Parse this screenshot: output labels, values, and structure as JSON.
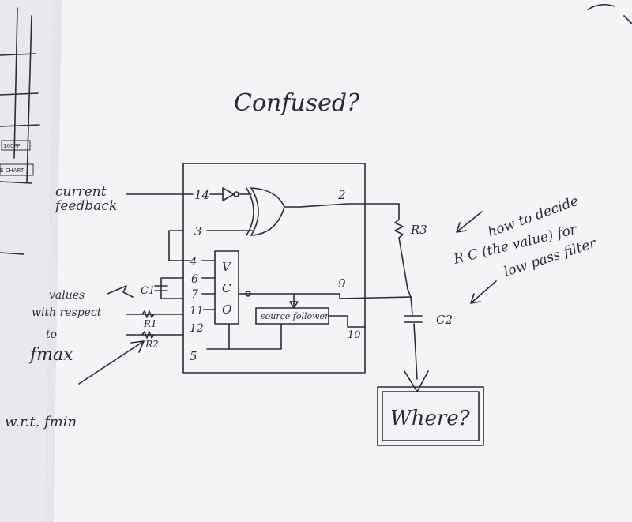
{
  "title_note": "Confused?",
  "input_label": [
    "current",
    "feedback"
  ],
  "pins": {
    "p14": "14",
    "p3": "3",
    "p4": "4",
    "p6": "6",
    "p7": "7",
    "p11": "11",
    "p12": "12",
    "p5": "5",
    "p2": "2",
    "p9": "9",
    "p10": "10"
  },
  "vco_letters": [
    "V",
    "C",
    "O"
  ],
  "source_follower": "source follower",
  "components": {
    "c1": "C1",
    "r1": "R1",
    "r2": "R2",
    "r3": "R3",
    "c2": "C2"
  },
  "notes": {
    "values": [
      "values",
      "with respect",
      "to",
      "fmax"
    ],
    "wrt": "w.r.t. fmin",
    "rc_question": [
      "how to decide",
      "R C (the value) for",
      "low pass filter"
    ],
    "where": "Where?"
  },
  "background_labels": {
    "label_100pf": "100PF",
    "label_chart": "E CHART"
  }
}
